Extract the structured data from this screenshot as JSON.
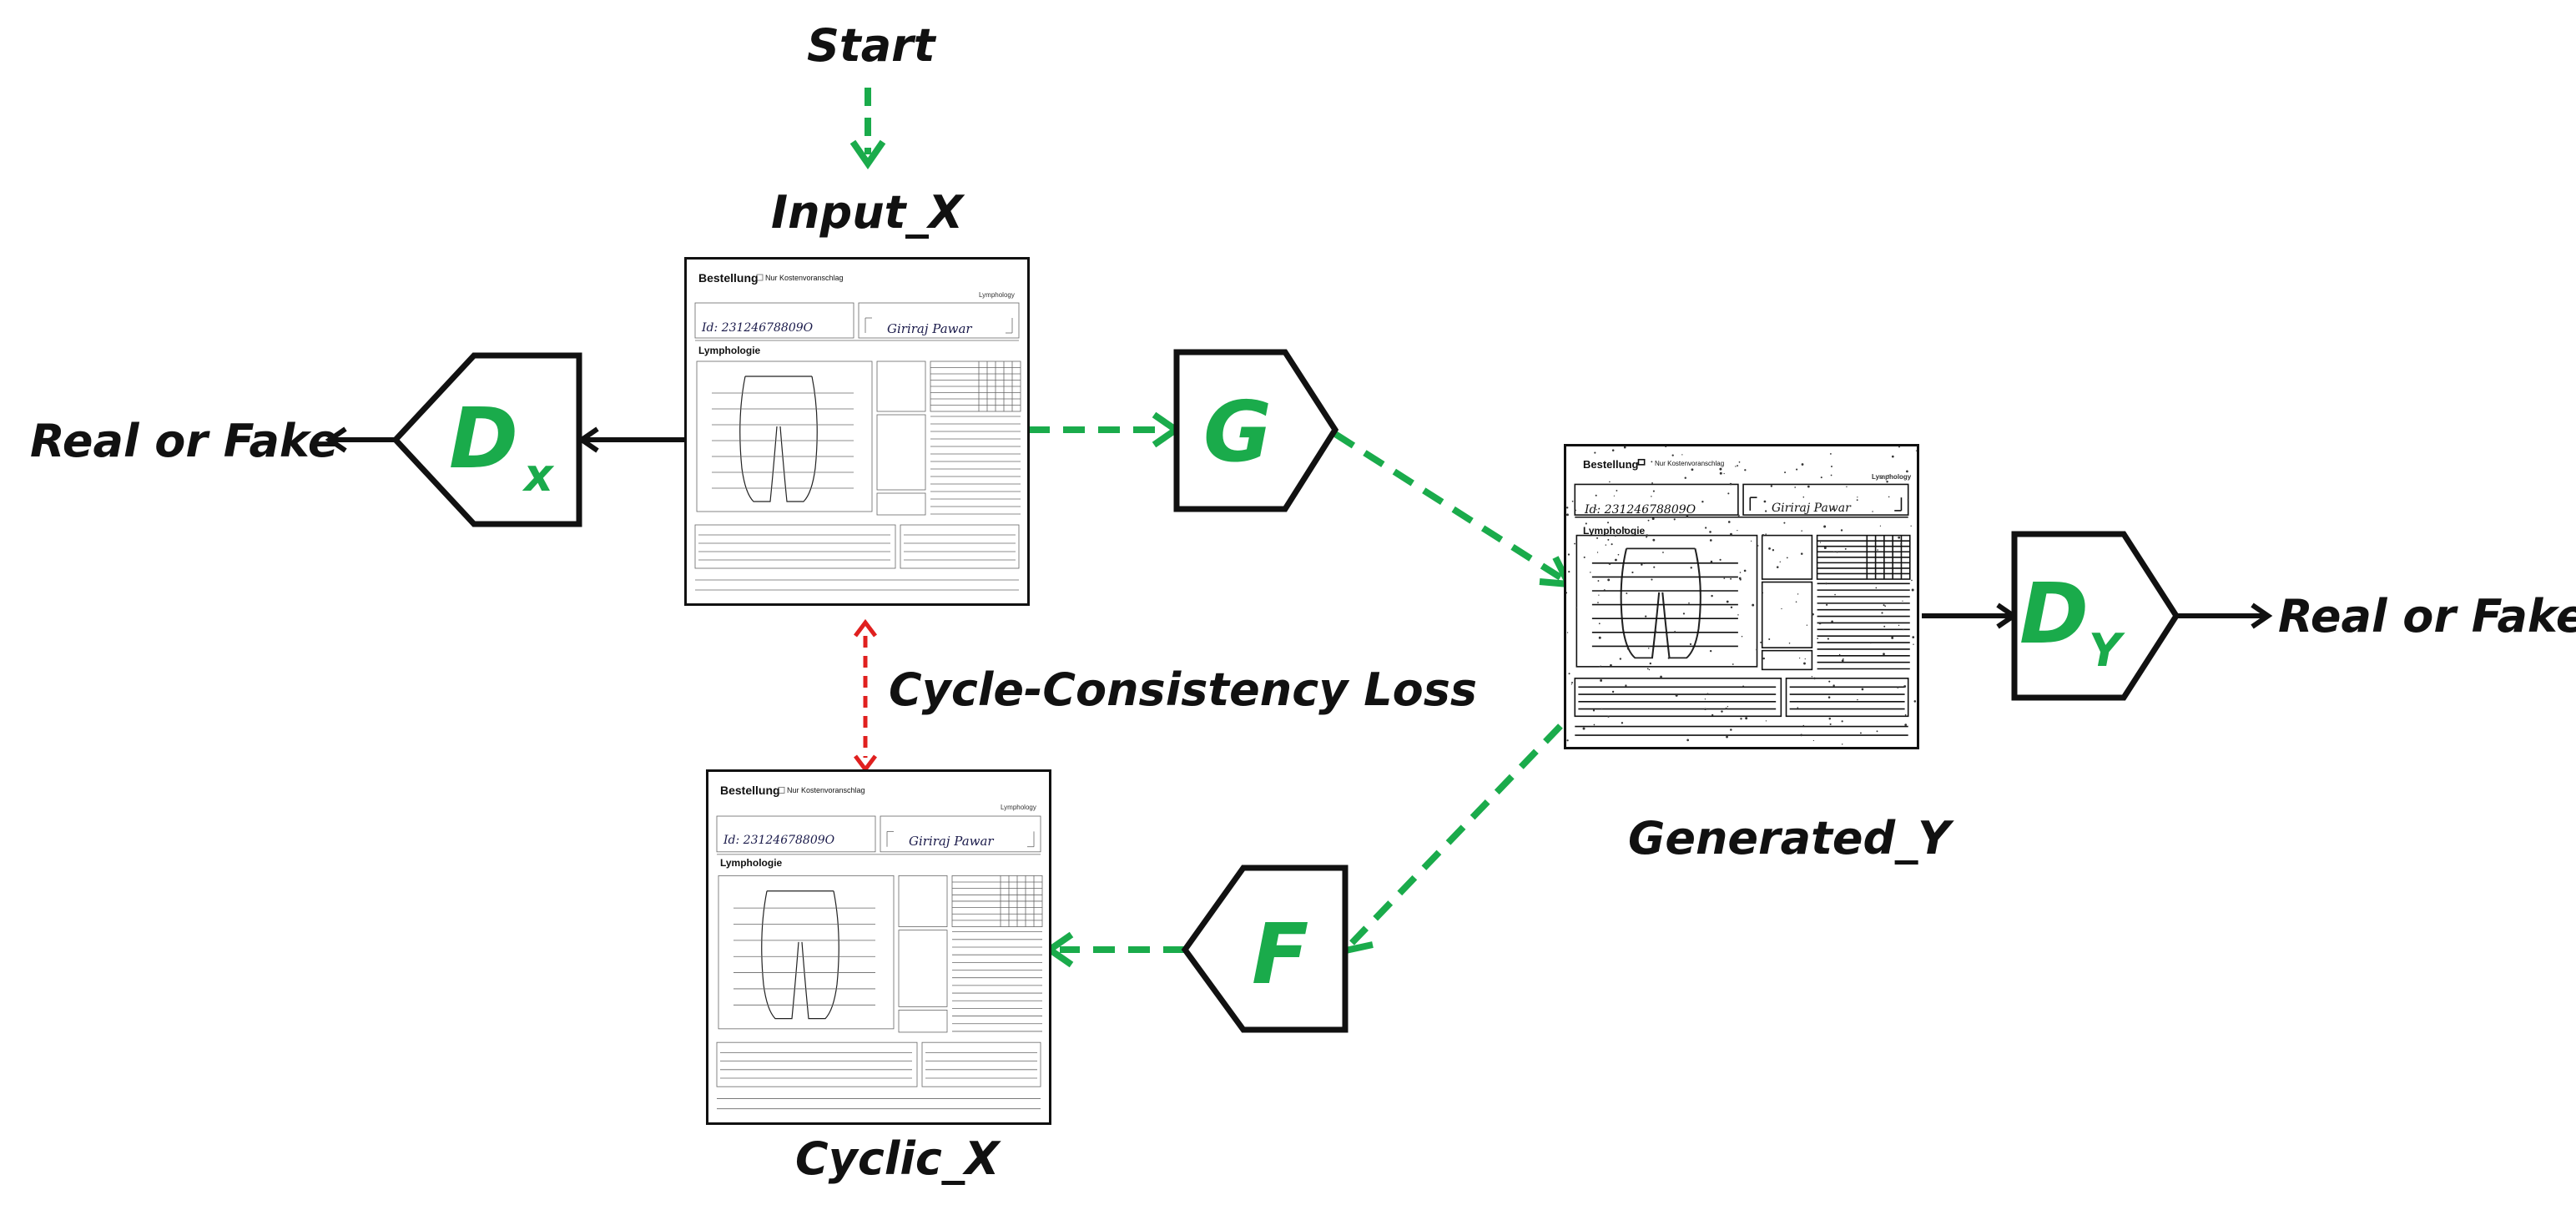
{
  "labels": {
    "start": "Start",
    "input_x": "Input_X",
    "generated_y": "Generated_Y",
    "cyclic_x": "Cyclic_X",
    "cycle_loss": "Cycle-Consistency  Loss",
    "real_or_fake_left": "Real or Fake",
    "real_or_fake_right": "Real or Fake"
  },
  "nodes": {
    "dx": {
      "letter": "D",
      "subscript": "x"
    },
    "dy": {
      "letter": "D",
      "subscript": "Y"
    },
    "g": {
      "letter": "G"
    },
    "f": {
      "letter": "F"
    }
  },
  "form": {
    "title": "Bestellung",
    "checkbox_label": "Nur Kostenvoranschlag",
    "brand": "Lymphology",
    "section": "Lymphologie",
    "id_text": "Id: 23124678809O",
    "name_text": "Giriraj Pawar"
  },
  "colors": {
    "green": "#1aab4b",
    "red": "#e0201f",
    "black": "#111111"
  }
}
